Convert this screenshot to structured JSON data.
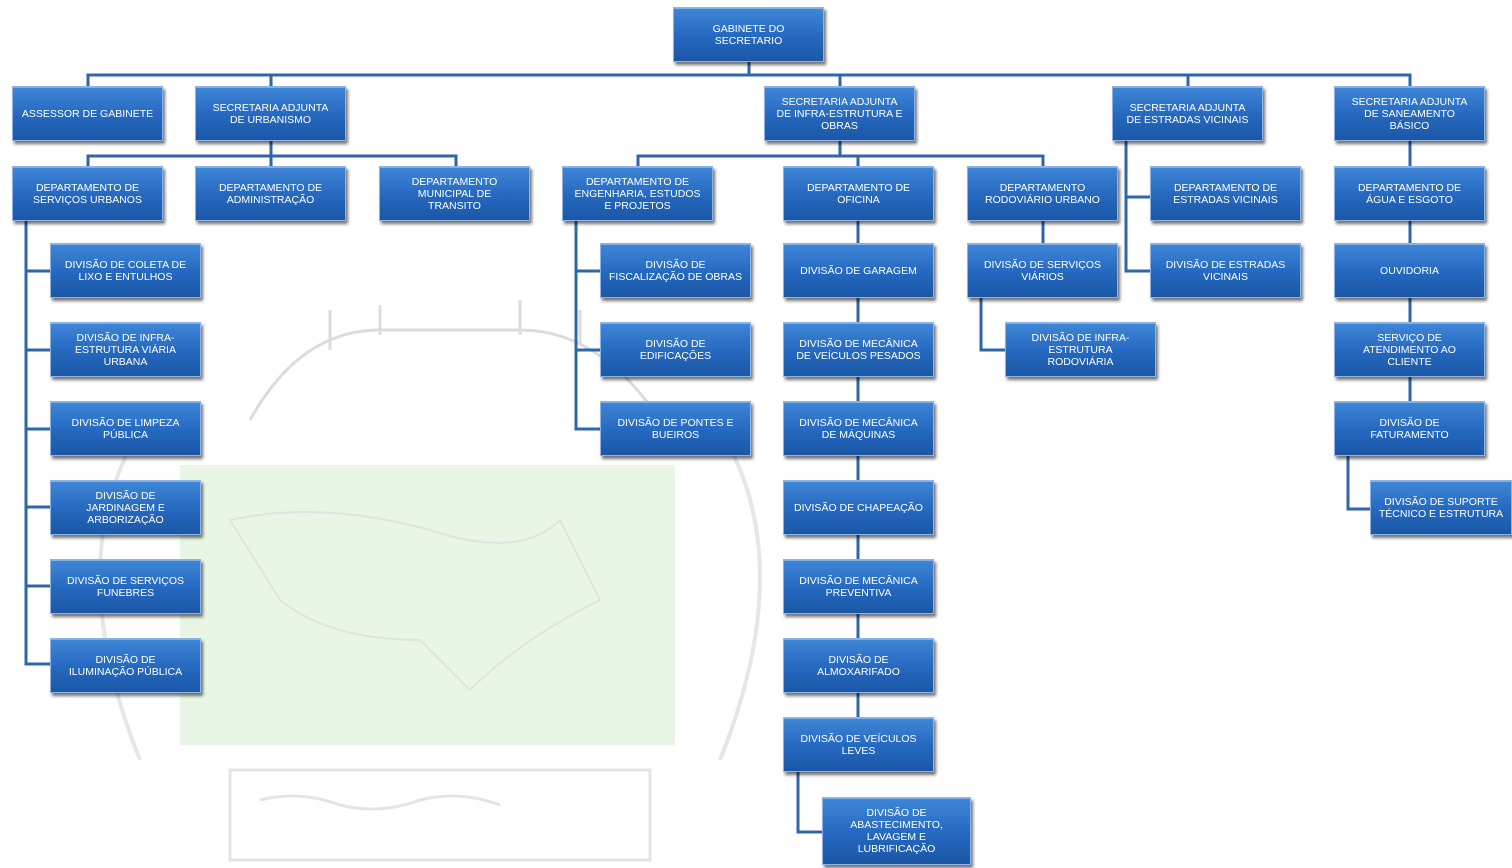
{
  "colors": {
    "box": "#2468bf",
    "line": "#2f66a8",
    "text": "#ffffff"
  },
  "nodes": {
    "gabinete": "GABINETE DO\nSECRETARIO",
    "assessor": "ASSESSOR DE GABINETE",
    "sec_urbanismo": "SECRETARIA ADJUNTA\nDE URBANISMO",
    "sec_infra": "SECRETARIA ADJUNTA\nDE INFRA-ESTRUTURA E\nOBRAS",
    "sec_estradas": "SECRETARIA ADJUNTA\nDE ESTRADAS VICINAIS",
    "sec_saneamento": "SECRETARIA ADJUNTA\nDE SANEAMENTO\nBÁSICO",
    "dep_servicos_urbanos": "DEPARTAMENTO DE\nSERVIÇOS URBANOS",
    "dep_administracao": "DEPARTAMENTO DE\nADMINISTRAÇÃO",
    "dep_transito": "DEPARTAMENTO\nMUNICIPAL DE\nTRANSITO",
    "dep_engenharia": "DEPARTAMENTO DE\nENGENHARIA, ESTUDOS\nE PROJETOS",
    "dep_oficina": "DEPARTAMENTO DE\nOFICINA",
    "dep_rodoviario": "DEPARTAMENTO\nRODOVIÁRIO URBANO",
    "dep_estradas": "DEPARTAMENTO DE\nESTRADAS VICINAIS",
    "dep_agua": "DEPARTAMENTO DE\nÁGUA E ESGOTO",
    "div_coleta": "DIVISÃO DE COLETA DE\nLIXO E ENTULHOS",
    "div_infra_viaria": "DIVISÃO DE INFRA-\nESTRUTURA VIÁRIA\nURBANA",
    "div_limpeza": "DIVISÃO DE LIMPEZA\nPÚBLICA",
    "div_jardinagem": "DIVISÃO DE\nJARDINAGEM E\nARBORIZAÇÃO",
    "div_funebres": "DIVISÃO DE SERVIÇOS\nFUNEBRES",
    "div_iluminacao": "DIVISÃO DE\nILUMINAÇÃO PÚBLICA",
    "div_fiscalizacao": "DIVISÃO DE\nFISCALIZAÇÃO DE OBRAS",
    "div_edificacoes": "DIVISÃO DE\nEDIFICAÇÕES",
    "div_pontes": "DIVISÃO DE PONTES E\nBUEIROS",
    "div_garagem": "DIVISÃO DE GARAGEM",
    "div_mec_pesados": "DIVISÃO DE MECÂNICA\nDE VEÍCULOS PESADOS",
    "div_mec_maquinas": "DIVISÃO DE MECÂNICA\nDE MÁQUINAS",
    "div_chapeacao": "DIVISÃO DE CHAPEAÇÃO",
    "div_mec_preventiva": "DIVISÃO DE MECÂNICA\nPREVENTIVA",
    "div_almoxarifado": "DIVISÃO DE\nALMOXARIFADO",
    "div_leves": "DIVISÃO DE VEÍCULOS\nLEVES",
    "div_abastecimento": "DIVISÃO DE\nABASTECIMENTO,\nLAVAGEM E\nLUBRIFICAÇÃO",
    "div_servicos_viarios": "DIVISÃO DE SERVIÇOS\nVIÁRIOS",
    "div_infra_rodoviaria": "DIVISÃO DE INFRA-\nESTRUTURA\nRODOVIÁRIA",
    "div_estradas_vicinais": "DIVISÃO DE ESTRADAS\nVICINAIS",
    "ouvidoria": "OUVIDORIA",
    "serv_atendimento": "SERVIÇO DE\nATENDIMENTO AO\nCLIENTE",
    "div_faturamento": "DIVISÃO DE\nFATURAMENTO",
    "div_suporte": "DIVISÃO DE SUPORTE\nTÉCNICO E ESTRUTURA"
  }
}
